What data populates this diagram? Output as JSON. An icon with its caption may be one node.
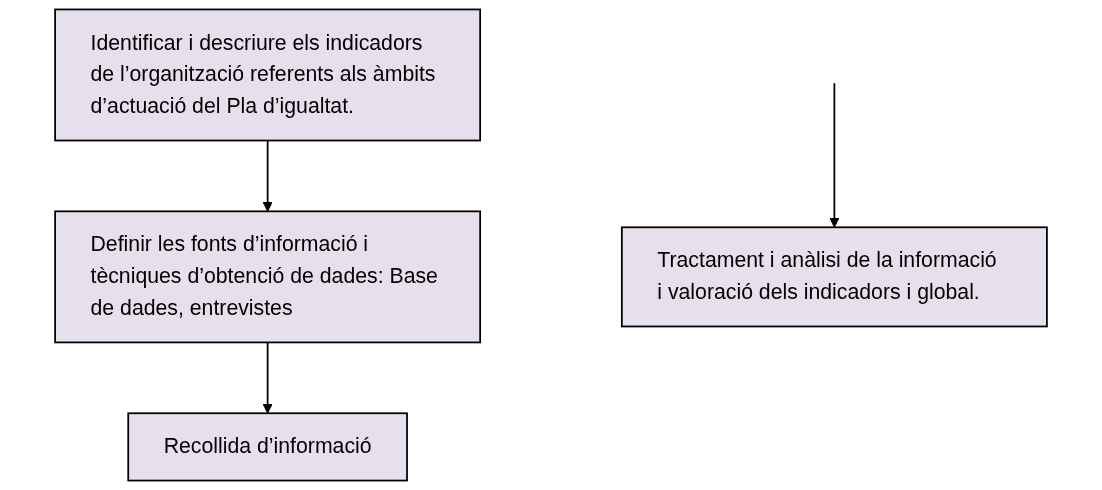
{
  "diagram": {
    "nodes": [
      {
        "text": [
          "Identificar i descriure els indicadors  de l’organització referents als àmbits d’actuació del Pla d’igualtat."
        ]
      },
      {
        "text": [
          "Definir les fonts d’informació i tècniques d’obtenció de dades: Base de dades, entrevistes"
        ]
      },
      {
        "text": [
          "Recollida d’informació"
        ]
      },
      {
        "text": [
          "Tractament i anàlisi de la informació i valoració dels indicadors i global."
        ]
      }
    ],
    "edges": [
      {
        "from": 0,
        "to": 1,
        "arrow": "to"
      },
      {
        "from": 1,
        "to": 2,
        "arrow": "to"
      },
      {
        "from": null,
        "to": 3,
        "arrow": "to"
      }
    ]
  }
}
